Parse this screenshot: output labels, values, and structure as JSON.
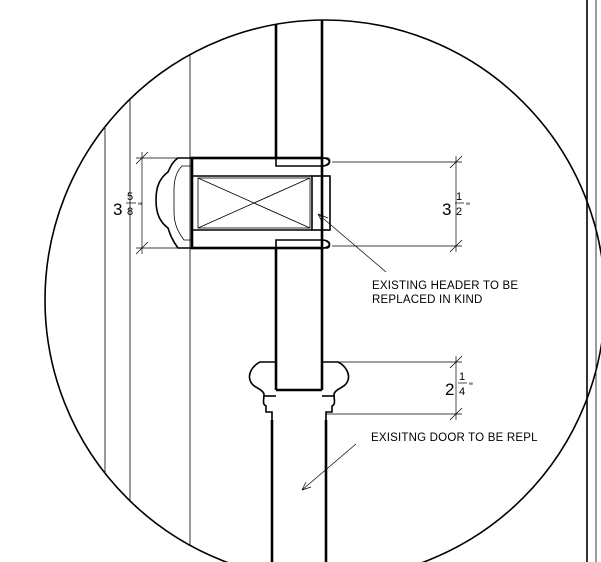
{
  "notes": {
    "header_line1": "EXISTING HEADER TO BE",
    "header_line2": "REPLACED IN KIND",
    "door": "EXISITNG DOOR TO BE REPL"
  },
  "dimensions": {
    "left": {
      "whole": "3",
      "numerator": "5",
      "denominator": "8",
      "unit": "\""
    },
    "right": {
      "whole": "3",
      "numerator": "1",
      "denominator": "2",
      "unit": "\""
    },
    "lower": {
      "whole": "2",
      "numerator": "1",
      "denominator": "4",
      "unit": "\""
    }
  }
}
